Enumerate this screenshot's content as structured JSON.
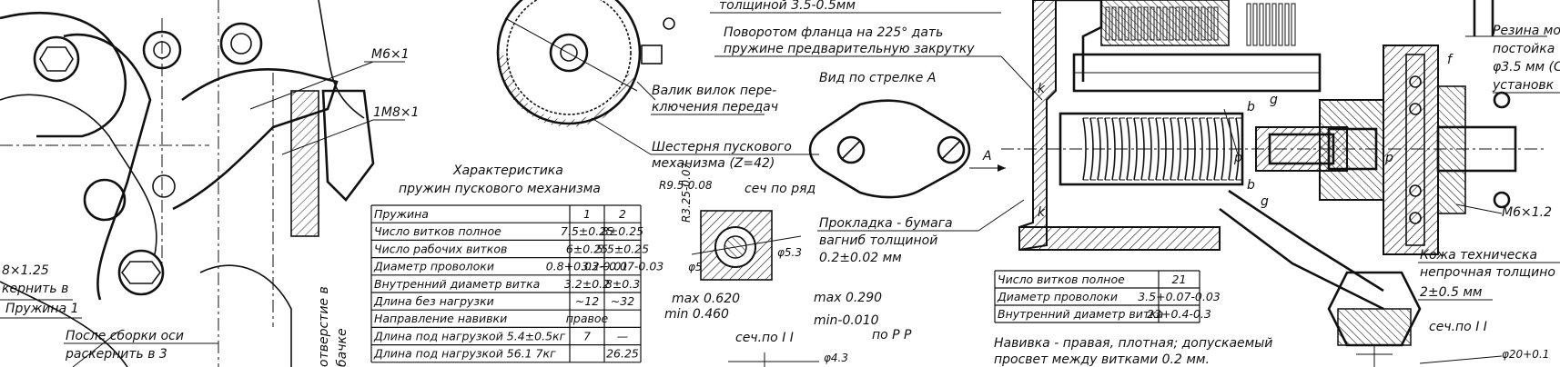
{
  "drawing": {
    "view_title": "Вид по стрелке А",
    "arrow_label": "A",
    "label_p": "p",
    "label_b": "b",
    "label_g": "g",
    "label_k": "k",
    "label_f": "f",
    "callouts": {
      "m6x1": "М6×1",
      "m8x1": "1М8×1",
      "m8x125": "8×1.25",
      "top_cut": "толщиной 3.5-0.5мм",
      "flange1": "Поворотом фланца на 225° дать",
      "flange2": "пружине предварительную закрутку",
      "shaft1": "Валик вилок пере-",
      "shaft2": "ключения передач",
      "gear1": "Шестерня пускового",
      "gear2": "механизма (Z=42)",
      "gasket1": "Прокладка - бумага",
      "gasket2": "вагниб толщиной",
      "gasket3": "0.2±0.02 мм",
      "core1": "кернить в",
      "core2": "Пружина 1",
      "after1": "После сборки оси",
      "after2": "раскернить в 3",
      "hole1": "отверстие в",
      "hole2": "бачке",
      "r95": "R9.5-0.08",
      "r325": "R3.25-0.07",
      "sec_row": "сеч по ряд",
      "phi5": "φ5",
      "phi53": "φ5.3",
      "max0620": "max 0.620",
      "min0460": "min 0.460",
      "max0290": "max 0.290",
      "min0010": "min-0.010",
      "sec_ii": "сеч.по I I",
      "phi43": "φ4.3",
      "po_rr": "по Р Р",
      "m6x12": "М6×1.2",
      "rubber1": "Резина мо",
      "rubber2": "постойка",
      "rubber3": "φ3.5 мм (С",
      "rubber4": "установк",
      "leather1": "Кожа техническа",
      "leather2": "непрочная толщино",
      "leather3": "2±0.5 мм",
      "sec_ii2": "сеч.по I I",
      "phi20": "φ20+0.1"
    }
  },
  "spring_table": {
    "title1": "Характеристика",
    "title2": "пружин пускового механизма",
    "header": [
      "Пружина",
      "1",
      "2"
    ],
    "rows": [
      [
        "Число витков полное",
        "7.5±0.25",
        "8±0.25"
      ],
      [
        "Число рабочих витков",
        "6±0.25",
        "5.5±0.25"
      ],
      [
        "Диаметр проволоки",
        "0.8+0.03-0.01",
        "3.2+0.07-0.03"
      ],
      [
        "Внутренний диаметр витка",
        "3.2±0.2",
        "8±0.3"
      ],
      [
        "Длина без нагрузки",
        "~12",
        "~32"
      ],
      [
        "Направление навивки",
        "правое",
        ""
      ],
      [
        "Длина под нагрузкой 5.4±0.5кг",
        "7",
        "—"
      ],
      [
        "Длина под нагрузкой 56.1 7кг",
        "",
        "26.25"
      ]
    ]
  },
  "coil_table": {
    "rows": [
      [
        "Число витков полное",
        "21"
      ],
      [
        "Диаметр проволоки",
        "3.5+0.07-0.03"
      ],
      [
        "Внутренний диаметр витка",
        "23+0.4-0.3"
      ]
    ],
    "note1": "Навивка - правая, плотная; допускаемый",
    "note2": "просвет между витками 0.2 мм."
  }
}
